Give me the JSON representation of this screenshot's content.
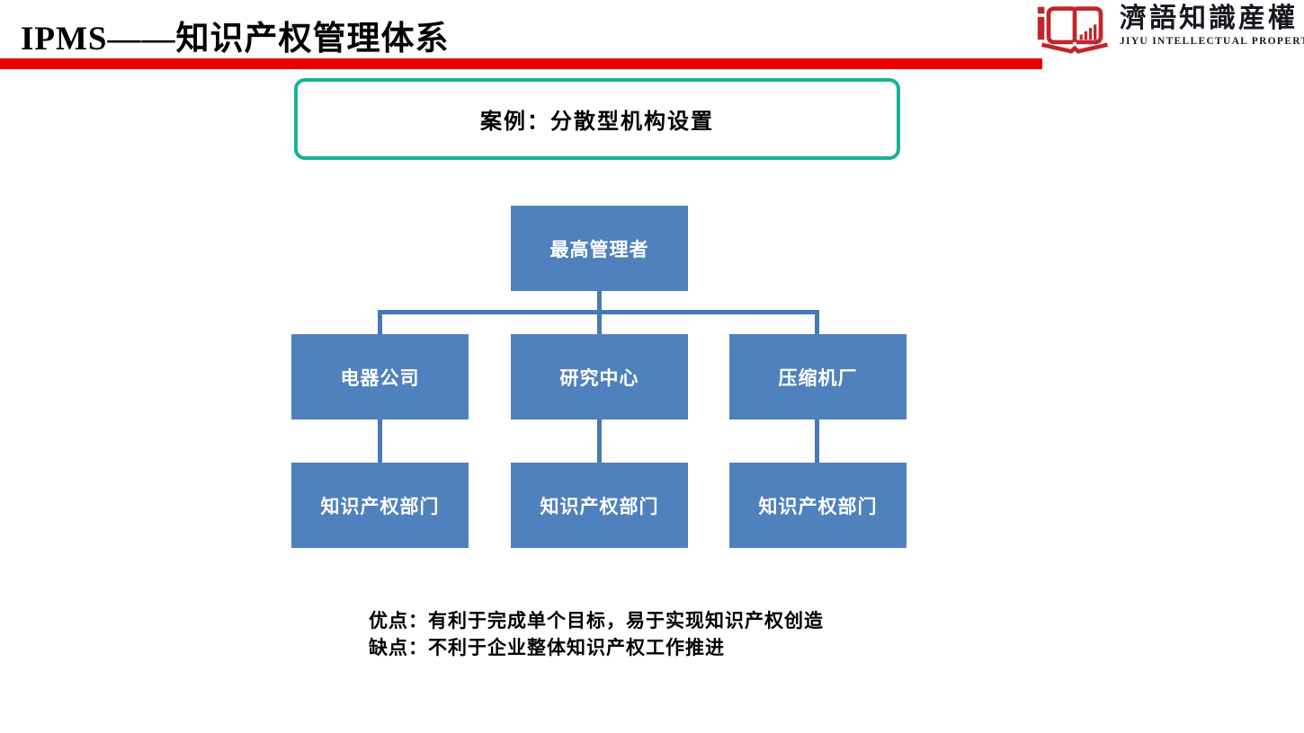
{
  "header": {
    "title": "IPMS——知识产权管理体系",
    "logo": {
      "name_zh": "濟語知識産權",
      "name_en": "JIYU INTELLECTUAL PROPERTY"
    }
  },
  "case_box": {
    "title": "案例：分散型机构设置"
  },
  "org_chart": {
    "root": "最高管理者",
    "level2": [
      "电器公司",
      "研究中心",
      "压缩机厂"
    ],
    "level3": [
      "知识产权部门",
      "知识产权部门",
      "知识产权部门"
    ]
  },
  "notes": {
    "pros": "优点：有利于完成单个目标，易于实现知识产权创造",
    "cons": "缺点：不利于企业整体知识产权工作推进"
  },
  "colors": {
    "accent_red_bar": "#ea0000",
    "logo_red": "#c2252b",
    "case_border_teal": "#17b394",
    "node_blue": "#4f81bd",
    "connector_blue": "#4779b5"
  }
}
